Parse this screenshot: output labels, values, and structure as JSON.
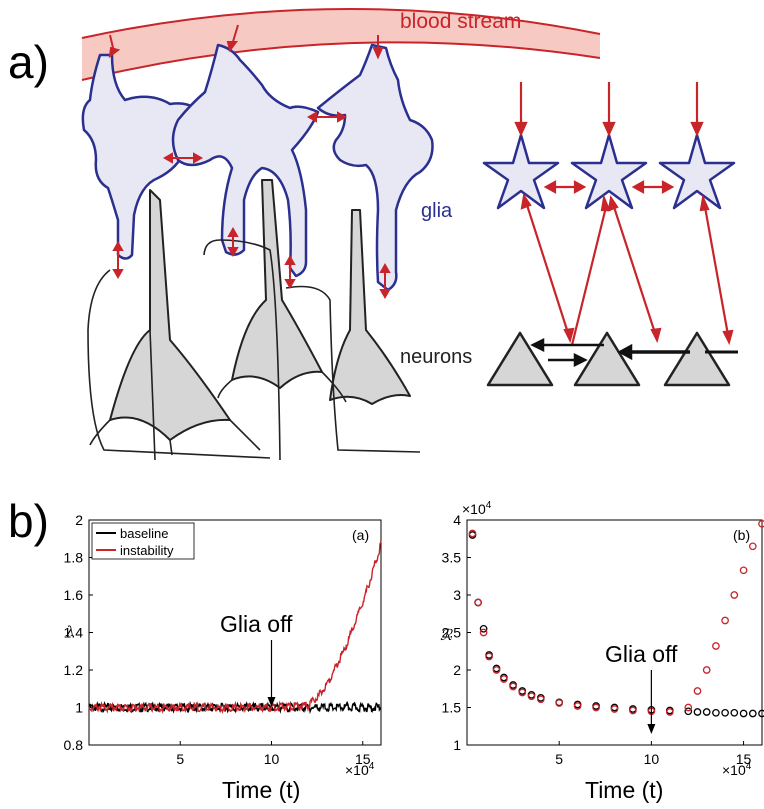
{
  "figure": {
    "panel_a_label": "a)",
    "panel_b_label": "b)",
    "labels": {
      "blood_stream": "blood stream",
      "glia": "glia",
      "neurons": "neurons"
    },
    "colors": {
      "red": "#c8242a",
      "glia_outline": "#2b2f8f",
      "glia_fill": "#e7e8f3",
      "neuron_fill": "#d6d6d6",
      "vessel_fill": "#f6c9c3"
    }
  },
  "chart_data": [
    {
      "type": "line",
      "panel_tag": "(a)",
      "ylabel": "λ",
      "xlabel": "Time (t)",
      "x_multiplier": "×10^4",
      "x_ticks": [
        "5",
        "10",
        "15"
      ],
      "y_ticks": [
        "0.8",
        "1",
        "1.2",
        "1.4",
        "1.6",
        "1.8",
        "2"
      ],
      "xlim": [
        0,
        16
      ],
      "ylim": [
        0.8,
        2
      ],
      "annotation": {
        "text": "Glia off",
        "x": 10
      },
      "legend": {
        "position": "top-left"
      },
      "series": [
        {
          "name": "baseline",
          "color": "#000000",
          "x": [
            0,
            2,
            4,
            6,
            8,
            10,
            12,
            14,
            16
          ],
          "y": [
            1.0,
            1.0,
            1.0,
            1.0,
            1.0,
            1.0,
            1.0,
            1.0,
            1.0
          ]
        },
        {
          "name": "instability",
          "color": "#c8242a",
          "x": [
            0,
            2,
            4,
            6,
            8,
            10,
            12,
            12.5,
            13,
            13.5,
            14,
            14.5,
            15,
            15.5,
            16
          ],
          "y": [
            1.0,
            1.0,
            1.0,
            1.0,
            1.0,
            1.0,
            1.01,
            1.05,
            1.12,
            1.21,
            1.31,
            1.43,
            1.56,
            1.71,
            1.87
          ]
        }
      ]
    },
    {
      "type": "scatter",
      "panel_tag": "(b)",
      "ylabel": "ℛ",
      "y_multiplier": "×10^4",
      "xlabel": "Time (t)",
      "x_multiplier": "×10^4",
      "x_ticks": [
        "5",
        "10",
        "15"
      ],
      "y_ticks": [
        "1",
        "1.5",
        "2",
        "2.5",
        "3",
        "3.5",
        "4"
      ],
      "xlim": [
        0,
        16
      ],
      "ylim": [
        1,
        4
      ],
      "annotation": {
        "text": "Glia off",
        "x": 10
      },
      "series": [
        {
          "name": "",
          "color": "#000000",
          "x": [
            0.3,
            0.6,
            0.9,
            1.2,
            1.6,
            2.0,
            2.5,
            3,
            3.5,
            4,
            5,
            6,
            7,
            8,
            9,
            10,
            11,
            12,
            12.5,
            13,
            13.5,
            14,
            14.5,
            15,
            15.5,
            16
          ],
          "y": [
            3.8,
            2.9,
            2.55,
            2.2,
            2.02,
            1.9,
            1.8,
            1.72,
            1.67,
            1.63,
            1.57,
            1.54,
            1.52,
            1.5,
            1.48,
            1.47,
            1.46,
            1.45,
            1.44,
            1.44,
            1.43,
            1.43,
            1.43,
            1.42,
            1.42,
            1.42
          ]
        },
        {
          "name": "",
          "color": "#c8242a",
          "x": [
            0.3,
            0.6,
            0.9,
            1.2,
            1.6,
            2.0,
            2.5,
            3,
            3.5,
            4,
            5,
            6,
            7,
            8,
            9,
            10,
            11,
            12,
            12.5,
            13,
            13.5,
            14,
            14.5,
            15,
            15.5,
            16
          ],
          "y": [
            3.82,
            2.9,
            2.5,
            2.18,
            2.0,
            1.88,
            1.78,
            1.7,
            1.65,
            1.61,
            1.56,
            1.52,
            1.5,
            1.48,
            1.46,
            1.45,
            1.44,
            1.5,
            1.72,
            2.0,
            2.32,
            2.66,
            3.0,
            3.33,
            3.65,
            3.95
          ]
        }
      ]
    }
  ]
}
